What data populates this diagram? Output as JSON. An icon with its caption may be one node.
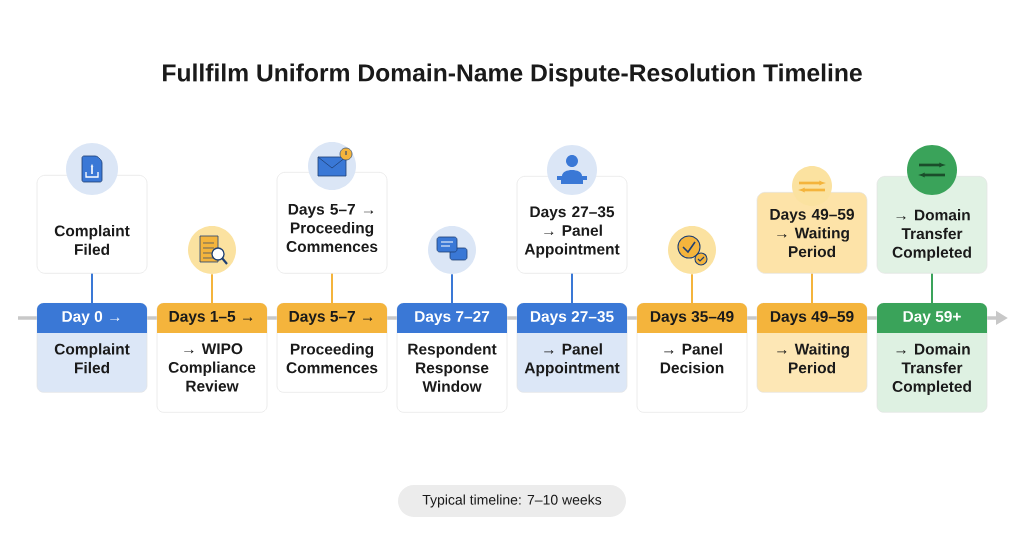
{
  "diagram": {
    "title": "Fullfilm Uniform Domain-Name Dispute-Resolution Timeline",
    "nodes": [
      {
        "text": [
          "Complaint Filed"
        ]
      },
      {
        "text": [
          "Day 0 →",
          "Complaint Filed"
        ]
      },
      {
        "text": [],
        "shape": "circle"
      },
      {
        "text": [
          "Days 1–5 →",
          "→ WIPO Compliance Review"
        ]
      },
      {
        "text": [
          "Days 5–7 → Proceeding Commences"
        ]
      },
      {
        "text": [
          "Days 5–7 →",
          "Proceeding Commences"
        ]
      },
      {
        "text": [],
        "shape": "circle"
      },
      {
        "text": [
          "Days 7–27",
          "Respondent Response Window"
        ]
      },
      {
        "text": [
          "Days 27–35 → Panel Appointment"
        ]
      },
      {
        "text": [
          "Days 27–35",
          "→ Panel Appointment"
        ]
      },
      {
        "text": [],
        "shape": "circle"
      },
      {
        "text": [
          "Days 35–49",
          "→ Panel Decision"
        ]
      },
      {
        "text": [
          "Days 49–59 → Waiting Period"
        ]
      },
      {
        "text": [
          "Days 49–59",
          "→ Waiting Period"
        ]
      },
      {
        "text": [
          "→ Domain Transfer Completed"
        ]
      },
      {
        "text": [
          "Day 59+",
          "→ Domain Transfer Completed"
        ]
      },
      {
        "text": [
          "Typical timeline: 7–10 weeks"
        ]
      }
    ],
    "edges": [
      {
        "from": 0,
        "to": 1,
        "arrow": "none",
        "color": "#3a78d6"
      },
      {
        "from": 2,
        "to": 3,
        "arrow": "none"
      },
      {
        "from": 4,
        "to": 5,
        "arrow": "none"
      },
      {
        "from": 6,
        "to": 7,
        "arrow": "none",
        "color": "#3a78d6"
      },
      {
        "from": 8,
        "to": 9,
        "arrow": "none",
        "color": "#3a78d6"
      },
      {
        "from": 10,
        "to": 11,
        "arrow": "none"
      },
      {
        "from": 12,
        "to": 13,
        "arrow": "none"
      },
      {
        "from": 14,
        "to": 15,
        "arrow": "none",
        "color": "#3aa35a"
      }
    ]
  }
}
